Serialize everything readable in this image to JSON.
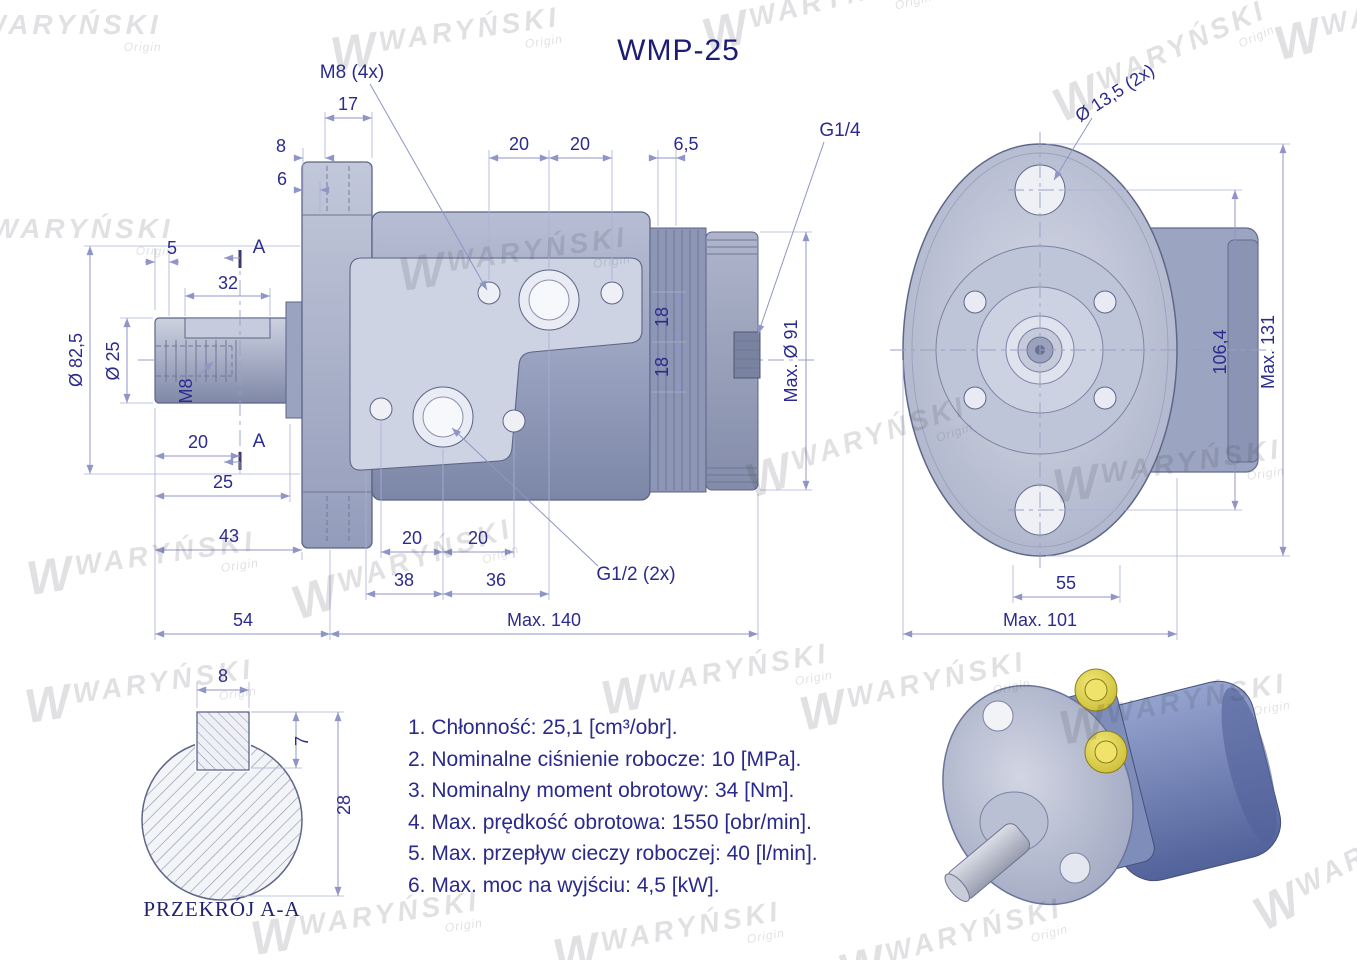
{
  "title": "WMP-25",
  "watermark": {
    "logo": "W",
    "brand": "WARYŃSKI",
    "origin": "Origin"
  },
  "colors": {
    "dimension_blue": "#2b2b8e",
    "title_navy": "#1c1c74",
    "body_fill": "#9aa3c0",
    "watermark_gray": "#d6d6d6",
    "plug_yellow": "#e8d44d"
  },
  "side_view": {
    "labels": {
      "m8_4x": "M8 (4x)",
      "g14": "G1/4",
      "g12_2x": "G1/2 (2x)",
      "section_a": "A"
    },
    "dims": {
      "d17": "17",
      "d8": "8",
      "d6": "6",
      "d20a": "20",
      "d20b": "20",
      "d65": "6,5",
      "d5": "5",
      "d32": "32",
      "dia825": "Ø 82,5",
      "dia25": "Ø 25",
      "m8": "M8",
      "d18a": "18",
      "d18b": "18",
      "max91": "Max. Ø 91",
      "d20c": "20",
      "d25": "25",
      "d43": "43",
      "d20d": "20",
      "d20e": "20",
      "d38": "38",
      "d36": "36",
      "d54": "54",
      "max140": "Max. 140"
    }
  },
  "front_view": {
    "dims": {
      "dia135": "Ø 13,5 (2x)",
      "d1064": "106,4",
      "max131": "Max. 131",
      "d55": "55",
      "max101": "Max. 101"
    }
  },
  "section_view": {
    "caption": "PRZEKRÓJ A-A",
    "dims": {
      "d8": "8",
      "d7": "7",
      "d28": "28"
    }
  },
  "specs": [
    "1. Chłonność: 25,1 [cm³/obr].",
    "2. Nominalne ciśnienie robocze: 10 [MPa].",
    "3. Nominalny moment obrotowy: 34 [Nm].",
    "4. Max. prędkość obrotowa: 1550 [obr/min].",
    "5. Max. przepływ cieczy roboczej: 40 [l/min].",
    "6. Max. moc na wyjściu: 4,5 [kW]."
  ]
}
